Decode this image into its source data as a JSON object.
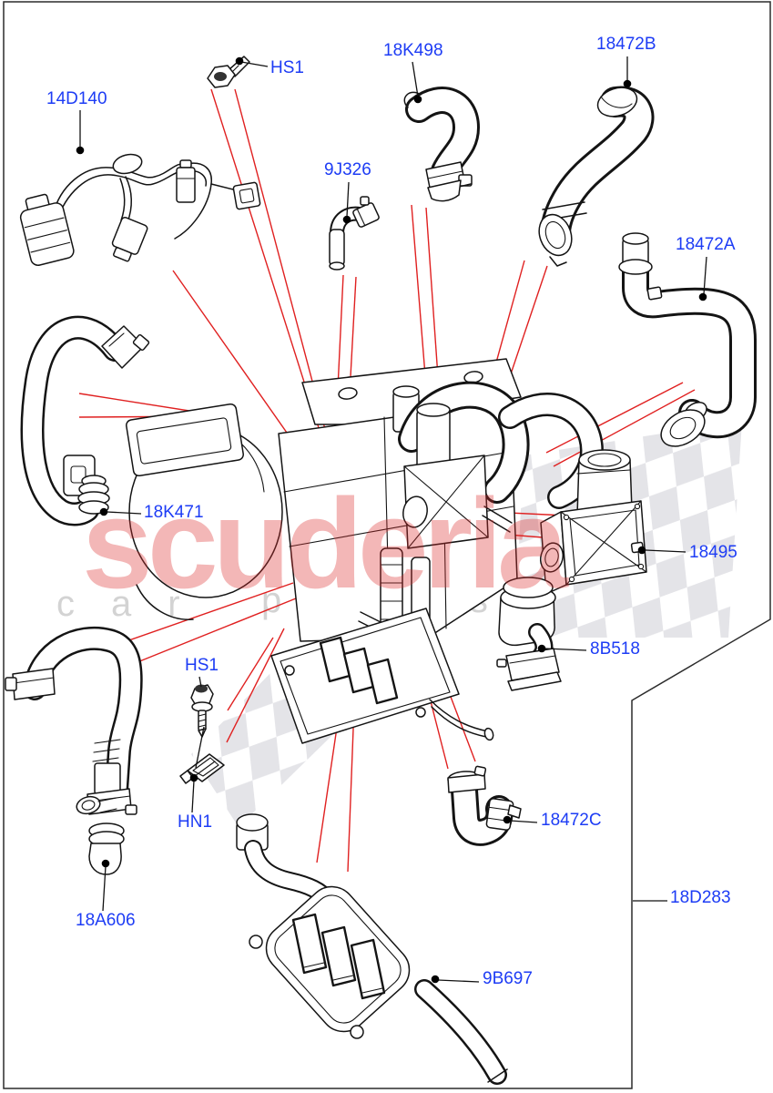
{
  "figure": {
    "labels": [
      {
        "id": "14D140",
        "text": "14D140"
      },
      {
        "id": "HS1-top",
        "text": "HS1"
      },
      {
        "id": "18K498",
        "text": "18K498"
      },
      {
        "id": "18472B",
        "text": "18472B"
      },
      {
        "id": "9J326",
        "text": "9J326"
      },
      {
        "id": "18472A",
        "text": "18472A"
      },
      {
        "id": "18K471",
        "text": "18K471"
      },
      {
        "id": "18495",
        "text": "18495"
      },
      {
        "id": "8B518",
        "text": "8B518"
      },
      {
        "id": "HS1-bottom",
        "text": "HS1"
      },
      {
        "id": "HN1",
        "text": "HN1"
      },
      {
        "id": "18A606",
        "text": "18A606"
      },
      {
        "id": "18472C",
        "text": "18472C"
      },
      {
        "id": "18D283",
        "text": "18D283"
      },
      {
        "id": "9B697",
        "text": "9B697"
      }
    ]
  },
  "watermark": {
    "brand": "scuderia",
    "word1": "car",
    "word2": "parts",
    "brand_color": "#f2adad",
    "sub_color": "#d6d6d6",
    "flag_color": "#e4e4e8"
  },
  "colors": {
    "label_blue": "#1d3cf5",
    "leader_red": "#e02020",
    "line_black": "#141414",
    "background": "#ffffff"
  }
}
